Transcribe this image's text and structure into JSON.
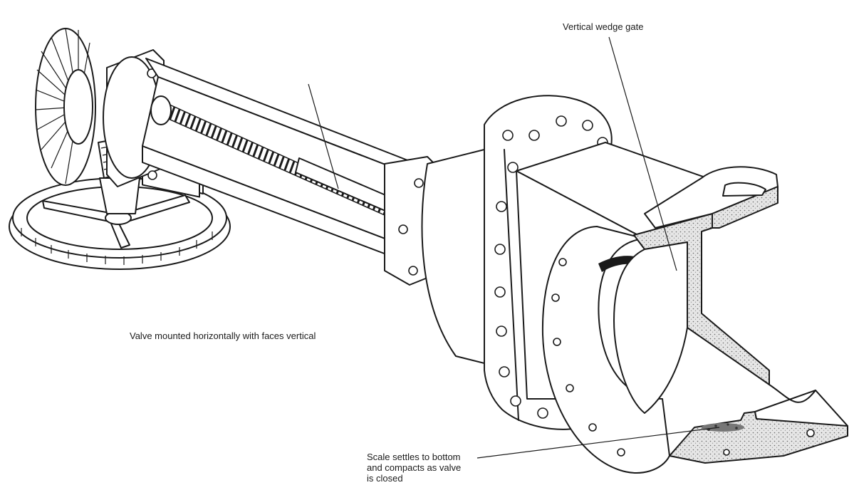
{
  "labels": {
    "vertical_wedge_gate": "Vertical wedge gate",
    "mounting_note": "Valve mounted horizontally with faces vertical",
    "scale_note": "Scale settles to bottom\nand compacts as valve\nis closed"
  },
  "colors": {
    "ink": "#1a1a1a",
    "paper": "#ffffff",
    "section_fill": "#d8d8d8"
  }
}
